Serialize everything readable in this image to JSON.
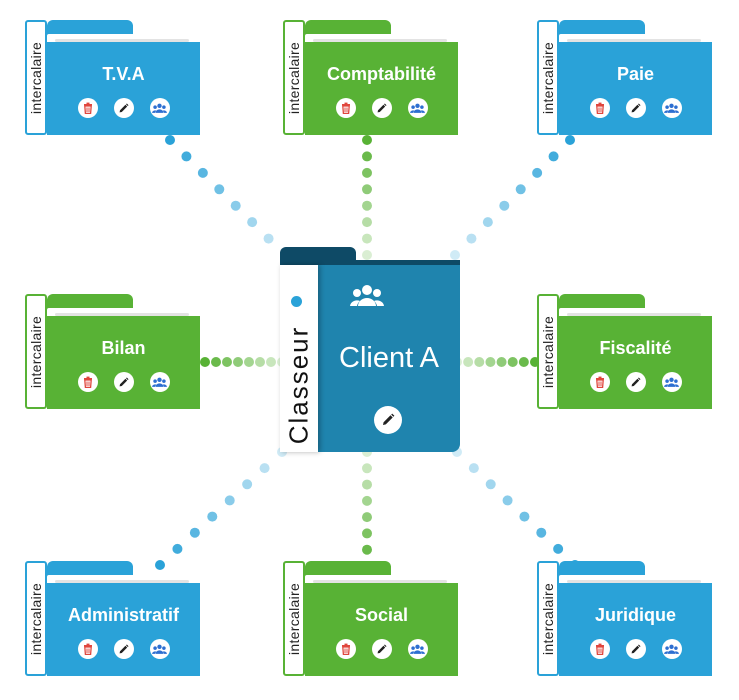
{
  "classeur": {
    "label": "Classeur",
    "client_name": "Client A",
    "icons": [
      "group-icon",
      "edit-icon"
    ]
  },
  "intercalaires": [
    {
      "id": "tva",
      "tag": "intercalaire",
      "title": "T.V.A",
      "color": "#2aa2d8"
    },
    {
      "id": "comptabilite",
      "tag": "intercalaire",
      "title": "Comptabilité",
      "color": "#58b235"
    },
    {
      "id": "paie",
      "tag": "intercalaire",
      "title": "Paie",
      "color": "#2aa2d8"
    },
    {
      "id": "bilan",
      "tag": "intercalaire",
      "title": "Bilan",
      "color": "#58b235"
    },
    {
      "id": "fiscalite",
      "tag": "intercalaire",
      "title": "Fiscalité",
      "color": "#58b235"
    },
    {
      "id": "administratif",
      "tag": "intercalaire",
      "title": "Administratif",
      "color": "#2aa2d8"
    },
    {
      "id": "social",
      "tag": "intercalaire",
      "title": "Social",
      "color": "#58b235"
    },
    {
      "id": "juridique",
      "tag": "intercalaire",
      "title": "Juridique",
      "color": "#2aa2d8"
    }
  ],
  "folder_actions": [
    "delete-icon",
    "edit-icon",
    "group-icon"
  ],
  "colors": {
    "blue": "#2aa2d8",
    "green": "#58b235",
    "binder": "#1f84ae",
    "binder_dark": "#0e4a66",
    "delete": "#e0463d"
  }
}
